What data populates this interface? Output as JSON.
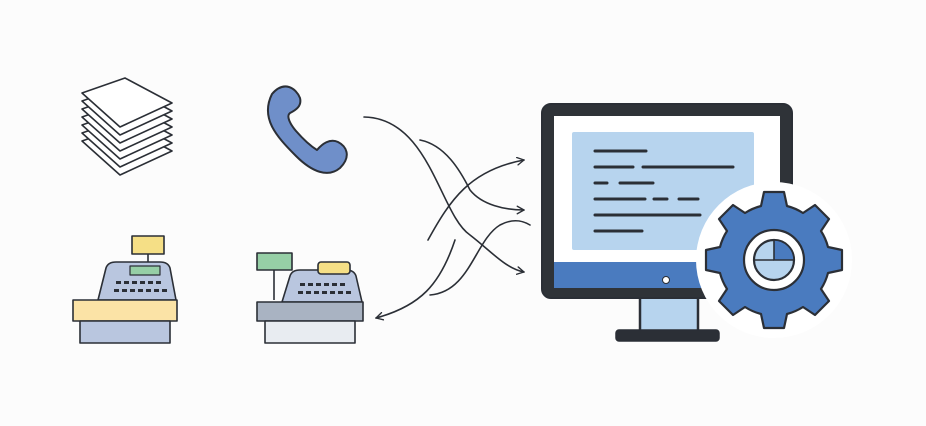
{
  "diagram": {
    "colors": {
      "background": "#fcfcfc",
      "outline": "#2b2f36",
      "accent_blue": "#4a7bbf",
      "light_blue": "#b7d4ee",
      "register_body": "#b9c6df",
      "counter_yellow": "#fbe3a6",
      "counter_gray": "#a9b3c2",
      "sign_green": "#96cfa6",
      "sign_yellow": "#f5df86",
      "paper": "#ffffff"
    },
    "nodes": [
      {
        "id": "paper-stack",
        "icon": "paper-stack-icon"
      },
      {
        "id": "phone",
        "icon": "phone-icon"
      },
      {
        "id": "register-1",
        "icon": "cash-register-icon"
      },
      {
        "id": "register-2",
        "icon": "cash-register-icon"
      },
      {
        "id": "computer",
        "icon": "computer-monitor-icon"
      },
      {
        "id": "gear",
        "icon": "gear-icon"
      }
    ],
    "connections": [
      {
        "from": "phone",
        "to": "computer"
      },
      {
        "from": "phone",
        "to": "computer"
      },
      {
        "from": "phone",
        "to": "computer"
      },
      {
        "from": "computer",
        "to": "register-2"
      }
    ]
  }
}
